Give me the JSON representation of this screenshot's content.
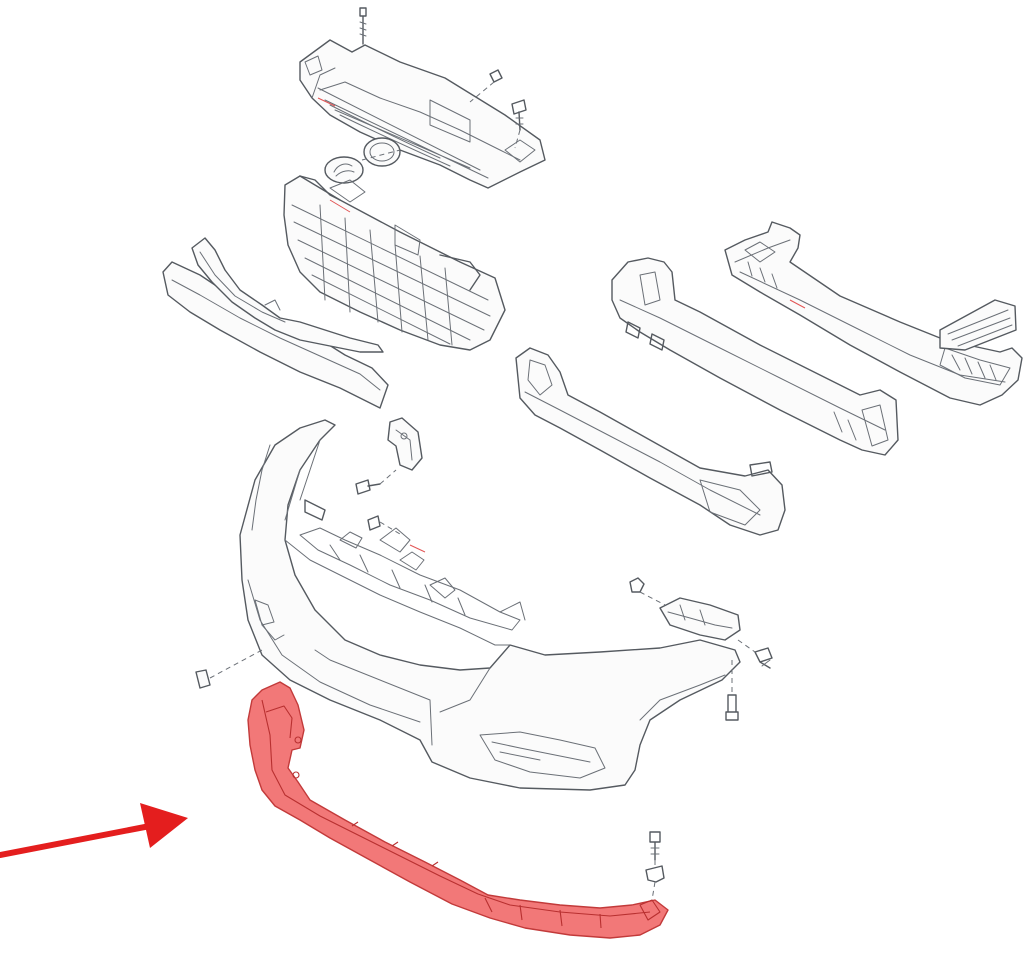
{
  "diagram": {
    "colors": {
      "line": "#555a60",
      "highlight_fill": "#f27878",
      "highlight_stroke": "#c23a3a",
      "arrow": "#e41e1e",
      "background": "#ffffff"
    },
    "highlighted_part": "front-bumper-lower-spoiler",
    "arrow_points_to": "front-bumper-lower-spoiler",
    "parts": [
      "radiator-grille-upper",
      "hyundai-emblem",
      "grille-lower-mesh",
      "grille-chrome-moulding",
      "front-bumper-cover",
      "front-bumper-lower-spoiler",
      "bumper-beam-rear",
      "bumper-beam-middle",
      "bumper-absorber",
      "mounting-bracket-left",
      "mounting-bracket-right",
      "fasteners"
    ]
  }
}
